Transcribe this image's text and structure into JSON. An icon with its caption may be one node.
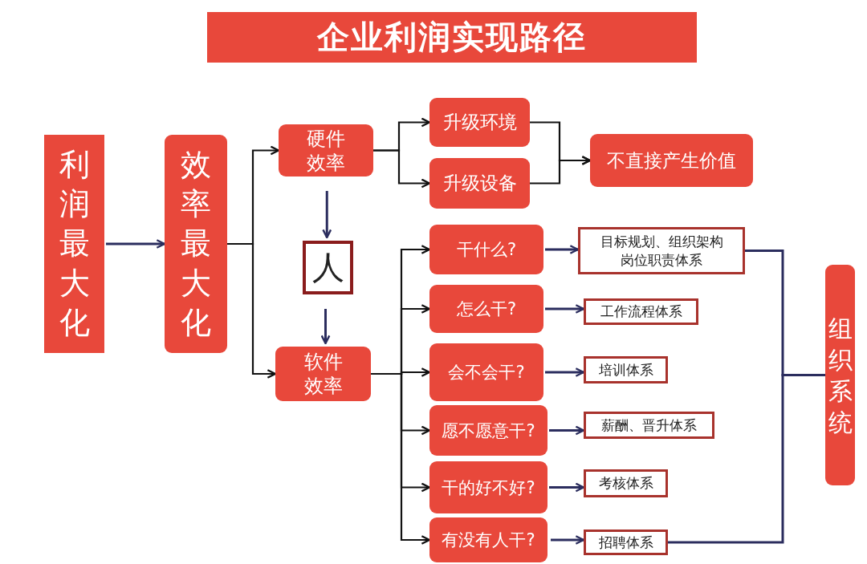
{
  "diagram": {
    "title": "企业利润实现路径",
    "nodes": [
      {
        "text": [
          "利润最大化"
        ]
      },
      {
        "text": [
          "效率最大化"
        ]
      },
      {
        "text": [
          "硬件效率"
        ]
      },
      {
        "text": [
          "人"
        ]
      },
      {
        "text": [
          "软件效率"
        ]
      },
      {
        "text": [
          "升级环境"
        ]
      },
      {
        "text": [
          "升级设备"
        ]
      },
      {
        "text": [
          "不直接产生价值"
        ]
      },
      {
        "text": [
          "干什么?"
        ]
      },
      {
        "text": [
          "怎么干?"
        ]
      },
      {
        "text": [
          "会不会干?"
        ]
      },
      {
        "text": [
          "愿不愿意干?"
        ]
      },
      {
        "text": [
          "干的好不好?"
        ]
      },
      {
        "text": [
          "有没有人干?"
        ]
      },
      {
        "text": [
          "目标规划、组织架构岗位职责体系"
        ]
      },
      {
        "text": [
          "工作流程体系"
        ]
      },
      {
        "text": [
          "培训体系"
        ]
      },
      {
        "text": [
          "薪酬、晋升体系"
        ]
      },
      {
        "text": [
          "考核体系"
        ]
      },
      {
        "text": [
          "招聘体系"
        ]
      },
      {
        "text": [
          "组织系统"
        ]
      }
    ],
    "edges": [
      {
        "from": 0,
        "to": 1,
        "arrow": "to",
        "color": "#2b2d5e"
      },
      {
        "from": 1,
        "to": 2,
        "arrow": "to"
      },
      {
        "from": 1,
        "to": 4,
        "arrow": "to"
      },
      {
        "from": 2,
        "to": 3,
        "arrow": "to",
        "color": "#2b2d5e"
      },
      {
        "from": 3,
        "to": 4,
        "arrow": "to",
        "color": "#2b2d5e"
      },
      {
        "from": 2,
        "to": 5,
        "arrow": "to"
      },
      {
        "from": 2,
        "to": 6,
        "arrow": "to"
      },
      {
        "from": 5,
        "to": 7,
        "arrow": "to"
      },
      {
        "from": 6,
        "to": 7,
        "arrow": "to"
      },
      {
        "from": 4,
        "to": 8,
        "arrow": "to"
      },
      {
        "from": 4,
        "to": 9,
        "arrow": "to"
      },
      {
        "from": 4,
        "to": 10,
        "arrow": "to"
      },
      {
        "from": 4,
        "to": 11,
        "arrow": "to"
      },
      {
        "from": 4,
        "to": 12,
        "arrow": "to"
      },
      {
        "from": 4,
        "to": 13,
        "arrow": "to"
      },
      {
        "from": 8,
        "to": 14,
        "arrow": "to",
        "color": "#2b2d5e"
      },
      {
        "from": 9,
        "to": 15,
        "arrow": "to",
        "color": "#2b2d5e"
      },
      {
        "from": 10,
        "to": 16,
        "arrow": "to",
        "color": "#2b2d5e"
      },
      {
        "from": 11,
        "to": 17,
        "arrow": "to",
        "color": "#2b2d5e"
      },
      {
        "from": 12,
        "to": 18,
        "arrow": "to",
        "color": "#2b2d5e"
      },
      {
        "from": 13,
        "to": 19,
        "arrow": "to",
        "color": "#2b2d5e"
      },
      {
        "from": 14,
        "to": 20,
        "arrow": "none",
        "color": "#2b2d5e"
      },
      {
        "from": 19,
        "to": 20,
        "arrow": "none",
        "color": "#2b2d5e"
      }
    ]
  }
}
